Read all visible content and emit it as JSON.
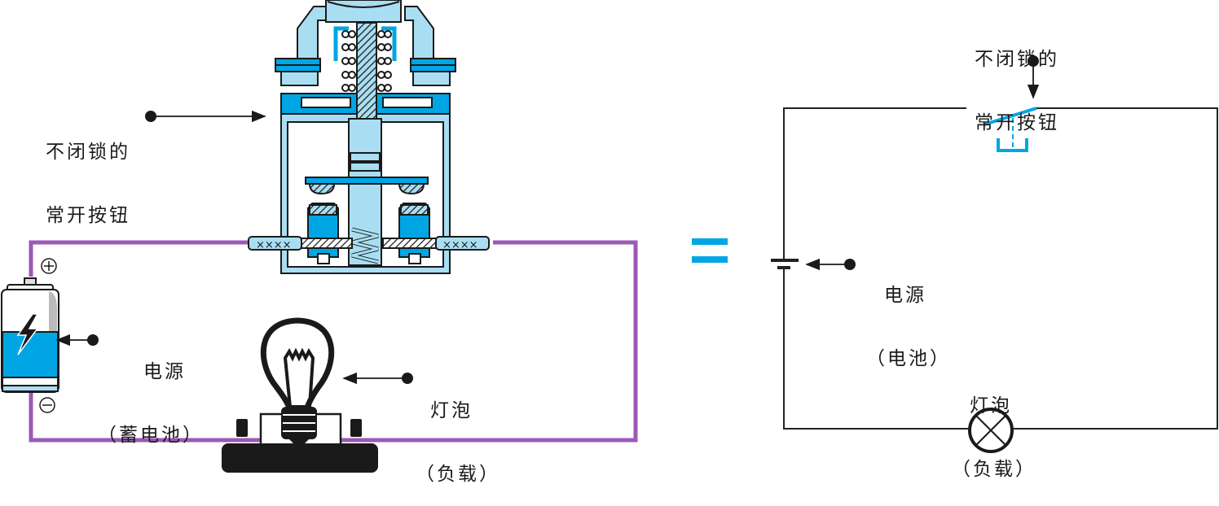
{
  "colors": {
    "wire_pictorial": "#9b59b6",
    "wire_schematic": "#222222",
    "accent_blue": "#00a6e4",
    "light_blue": "#a9def2",
    "ink": "#1a1a1a"
  },
  "pictorial": {
    "button_label": [
      "不闭锁的",
      "常开按钮"
    ],
    "battery_label": [
      "电源",
      "（蓄电池）"
    ],
    "battery_plus": "⊕",
    "battery_minus": "⊖",
    "bulb_label": [
      "灯泡",
      "（负载）"
    ]
  },
  "equals_sign": "=",
  "schematic": {
    "button_label": [
      "不闭锁的",
      "常开按钮"
    ],
    "battery_label": [
      "电源",
      "（电池）"
    ],
    "bulb_label": [
      "灯泡",
      "（负载）"
    ]
  }
}
